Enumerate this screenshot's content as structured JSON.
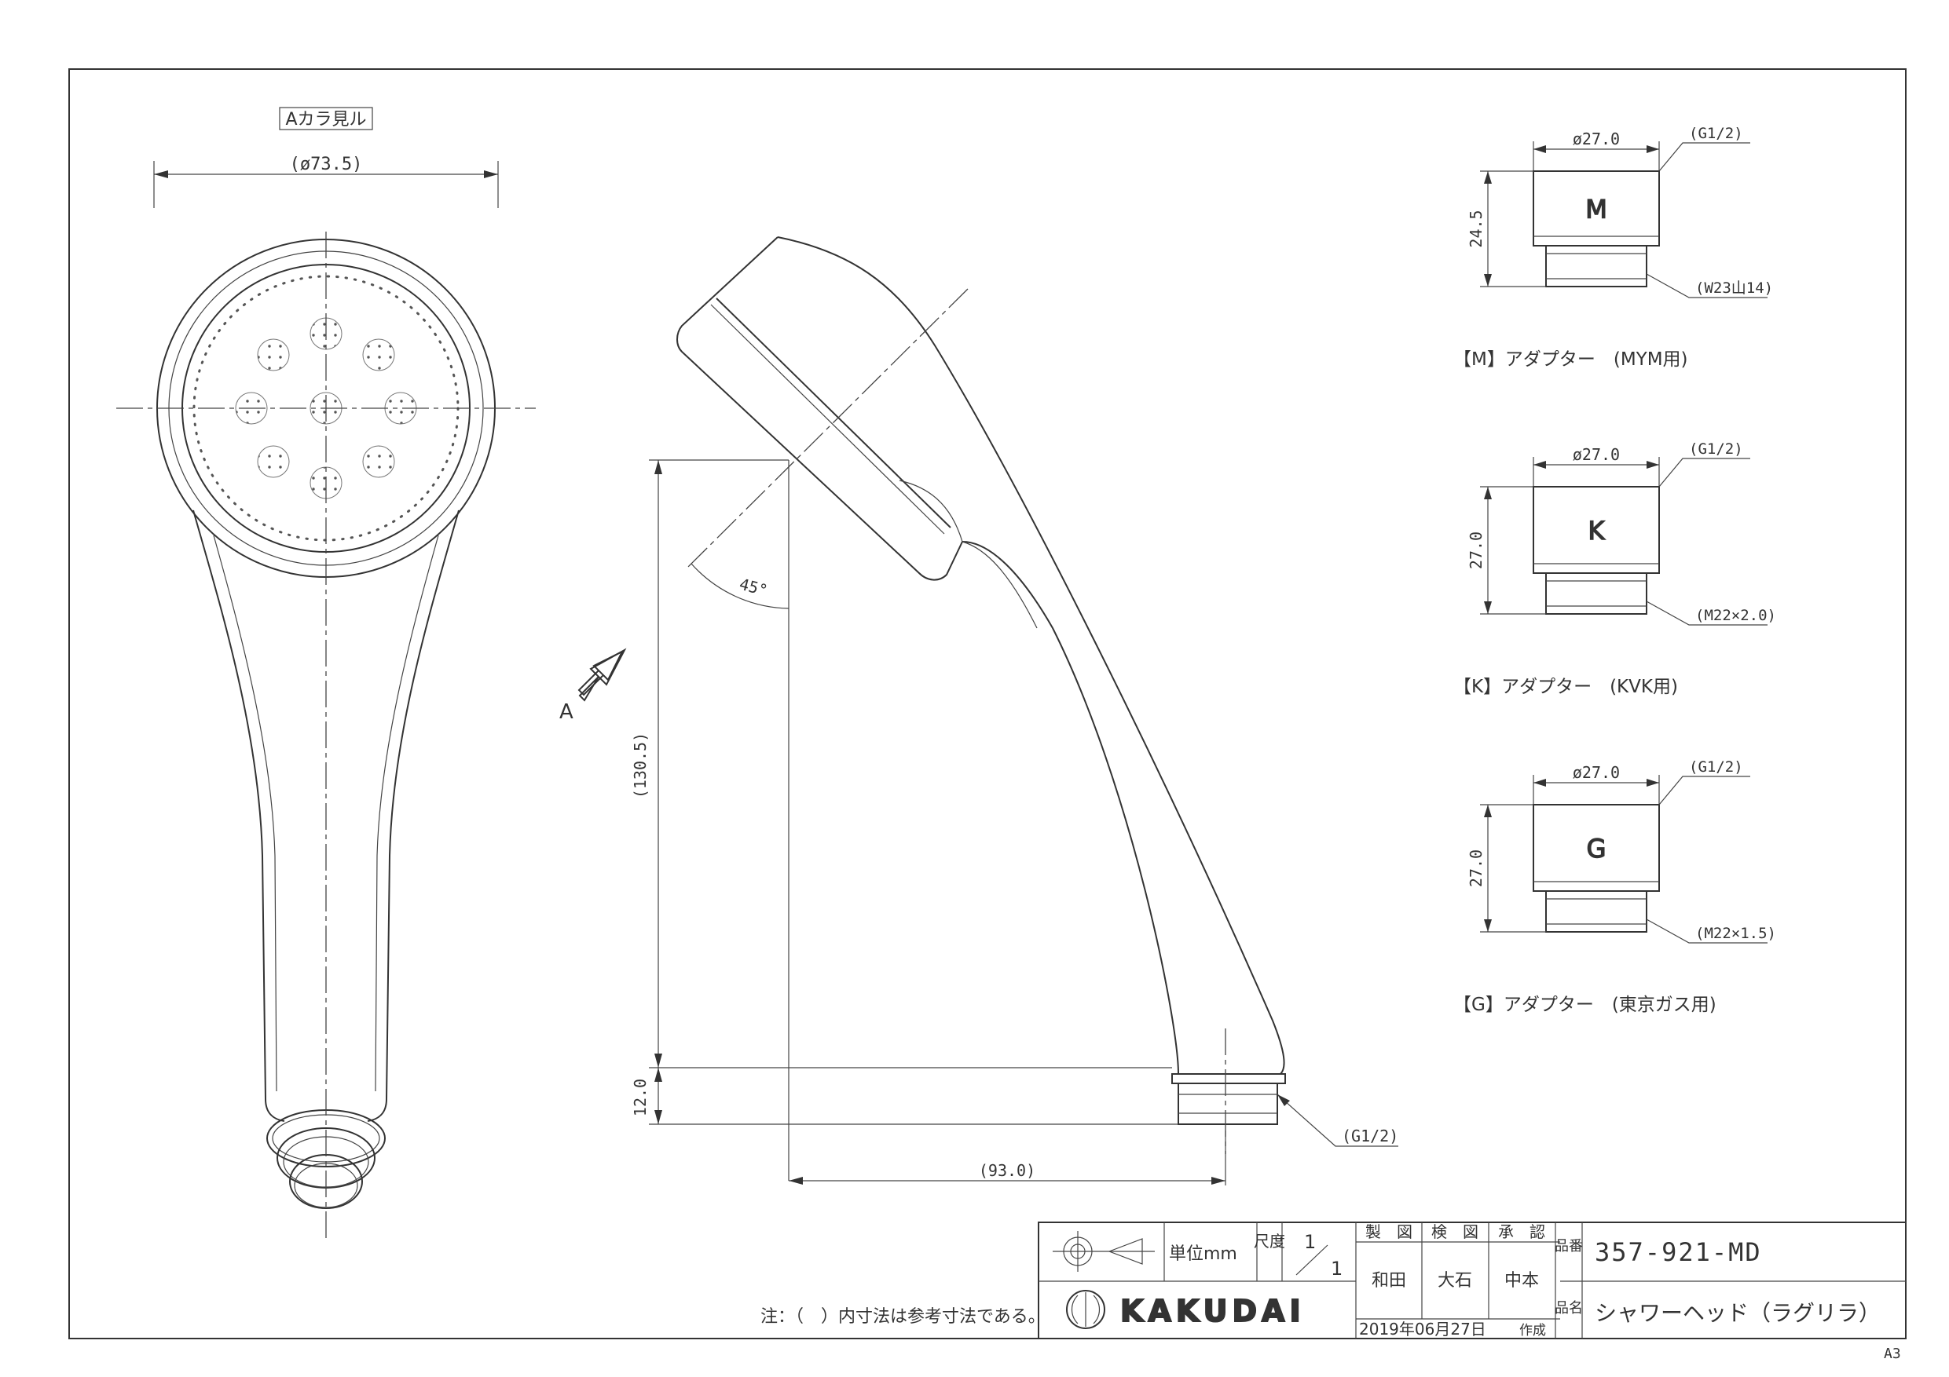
{
  "views": {
    "front": {
      "view_label": "Aカラ見ル",
      "diameter": "(ø73.5)"
    },
    "side": {
      "angle": "45°",
      "height_total": "(130.5)",
      "height_thread": "12.0",
      "offset": "(93.0)",
      "thread": "(G1/2)",
      "arrow_label": "A"
    }
  },
  "adapters": [
    {
      "letter": "M",
      "dia": "ø27.0",
      "thread_in": "(G1/2)",
      "height": "24.5",
      "thread_out": "(W23山14)",
      "caption": "【M】アダプター　(MYM用)"
    },
    {
      "letter": "K",
      "dia": "ø27.0",
      "thread_in": "(G1/2)",
      "height": "27.0",
      "thread_out": "(M22×2.0)",
      "caption": "【K】アダプター　(KVK用)"
    },
    {
      "letter": "G",
      "dia": "ø27.0",
      "thread_in": "(G1/2)",
      "height": "27.0",
      "thread_out": "(M22×1.5)",
      "caption": "【G】アダプター　(東京ガス用)"
    }
  ],
  "title_block": {
    "unit": "単位mm",
    "scale_label": "尺度",
    "scale_num": "1",
    "scale_den": "1",
    "drawn_label": "製　図",
    "checked_label": "検　図",
    "approved_label": "承　認",
    "drawn_by": "和田",
    "checked_by": "大石",
    "approved_by": "中本",
    "part_no_label": "品番",
    "part_no": "357-921-MD",
    "part_name_label": "品名",
    "part_name": "シャワーヘッド（ラグリラ）",
    "date": "2019年06月27日",
    "created": "作成",
    "logo": "KAKUDAI",
    "note": "注：（　）内寸法は参考寸法である。",
    "sheet_size": "A3"
  }
}
